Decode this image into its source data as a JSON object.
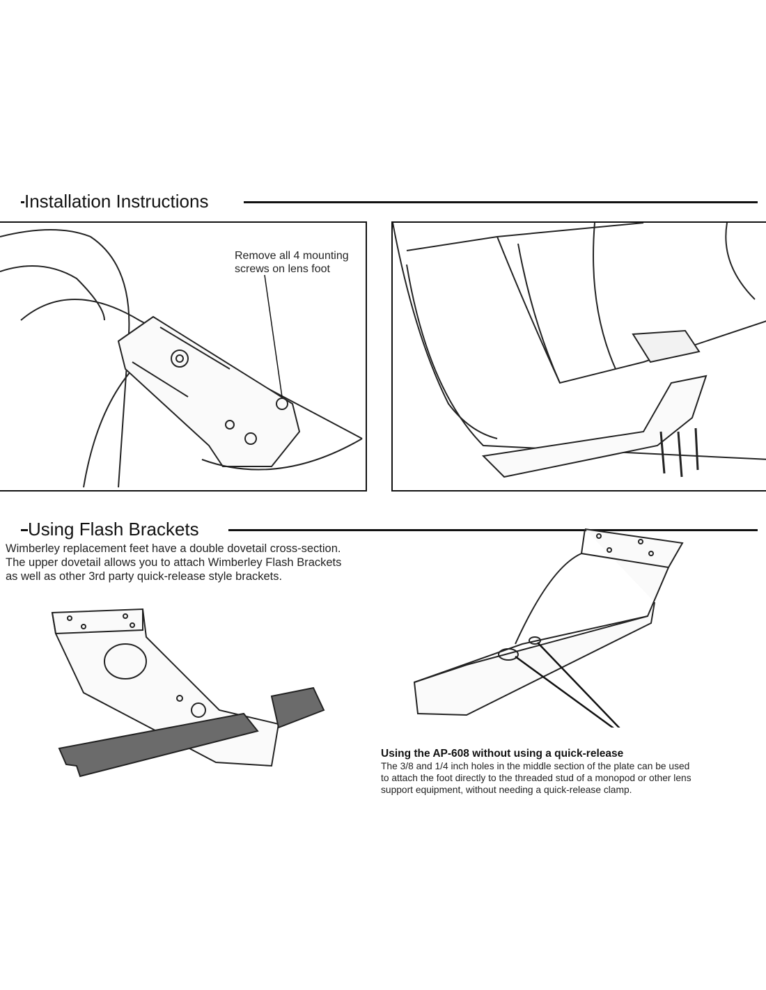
{
  "installation": {
    "heading": "Installation Instructions",
    "callout": [
      "Remove all 4 mounting",
      "screws on lens foot"
    ]
  },
  "flash": {
    "heading": "Using Flash Brackets",
    "intro": [
      "Wimberley replacement feet have a double dovetail cross-section.",
      "The upper dovetail allows you to attach Wimberley Flash Brackets",
      "as well as other 3rd party quick-release style brackets."
    ],
    "caption_title": "Using the AP-608 without using a quick-release",
    "caption_body": [
      "The 3/8 and 1/4 inch holes in the middle section of the plate can be used",
      "to attach the foot directly to the threaded stud of a monopod or other lens",
      "support equipment, without needing a quick-release clamp."
    ]
  },
  "colors": {
    "ink": "#111111",
    "bracket": "#6b6b6b"
  }
}
